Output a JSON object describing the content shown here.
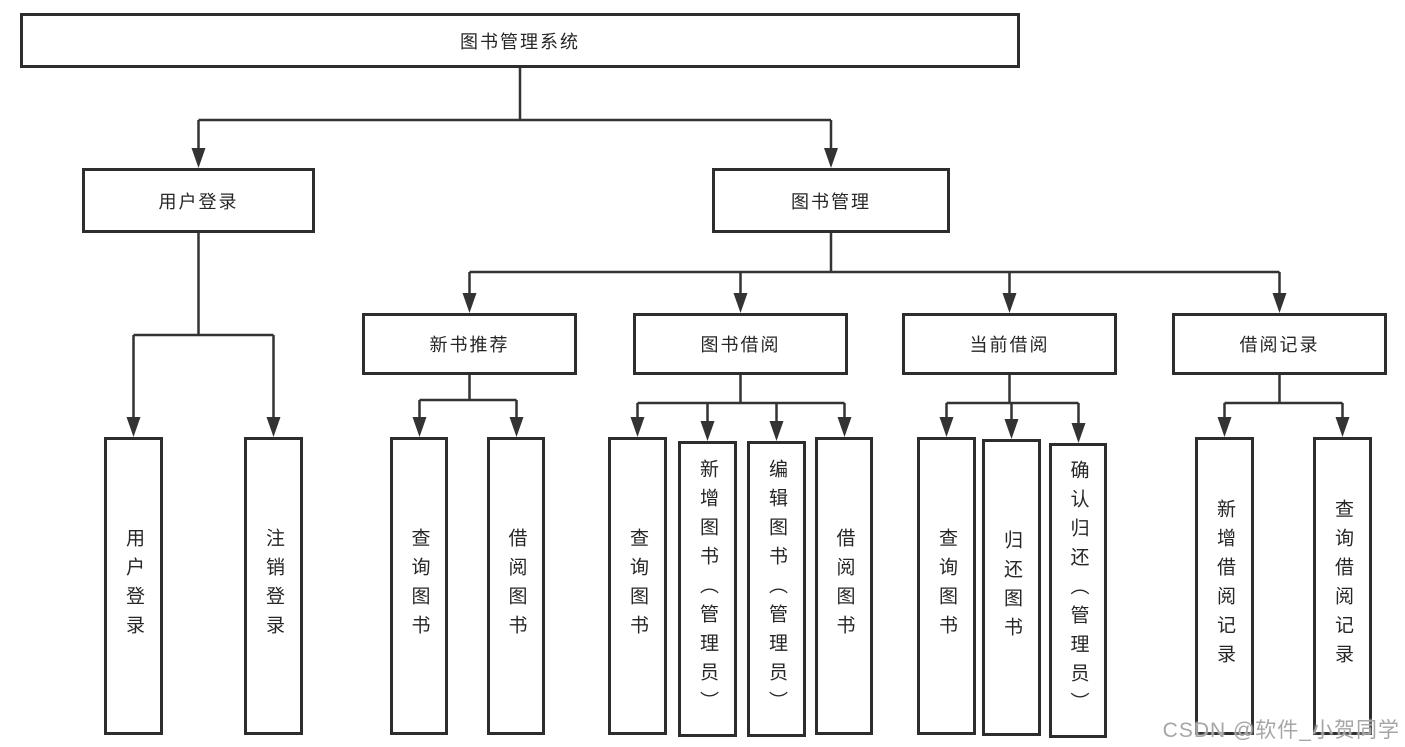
{
  "tree": {
    "root": {
      "label": "图书管理系统",
      "children": [
        {
          "label": "用户登录",
          "children": [
            {
              "label": "用户登录"
            },
            {
              "label": "注销登录"
            }
          ]
        },
        {
          "label": "图书管理",
          "children": [
            {
              "label": "新书推荐",
              "children": [
                {
                  "label": "查询图书"
                },
                {
                  "label": "借阅图书"
                }
              ]
            },
            {
              "label": "图书借阅",
              "children": [
                {
                  "label": "查询图书"
                },
                {
                  "label": "新增图书（管理员）"
                },
                {
                  "label": "编辑图书（管理员）"
                },
                {
                  "label": "借阅图书"
                }
              ]
            },
            {
              "label": "当前借阅",
              "children": [
                {
                  "label": "查询图书"
                },
                {
                  "label": "归还图书"
                },
                {
                  "label": "确认归还（管理员）"
                }
              ]
            },
            {
              "label": "借阅记录",
              "children": [
                {
                  "label": "新增借阅记录"
                },
                {
                  "label": "查询借阅记录"
                }
              ]
            }
          ]
        }
      ]
    }
  },
  "watermark": {
    "text": "CSDN @软件_小贺同学"
  },
  "colors": {
    "line": "#333333",
    "box_border": "#2d2d2d",
    "text": "#262626",
    "watermark": "#a6a6a6",
    "background": "#ffffff"
  }
}
